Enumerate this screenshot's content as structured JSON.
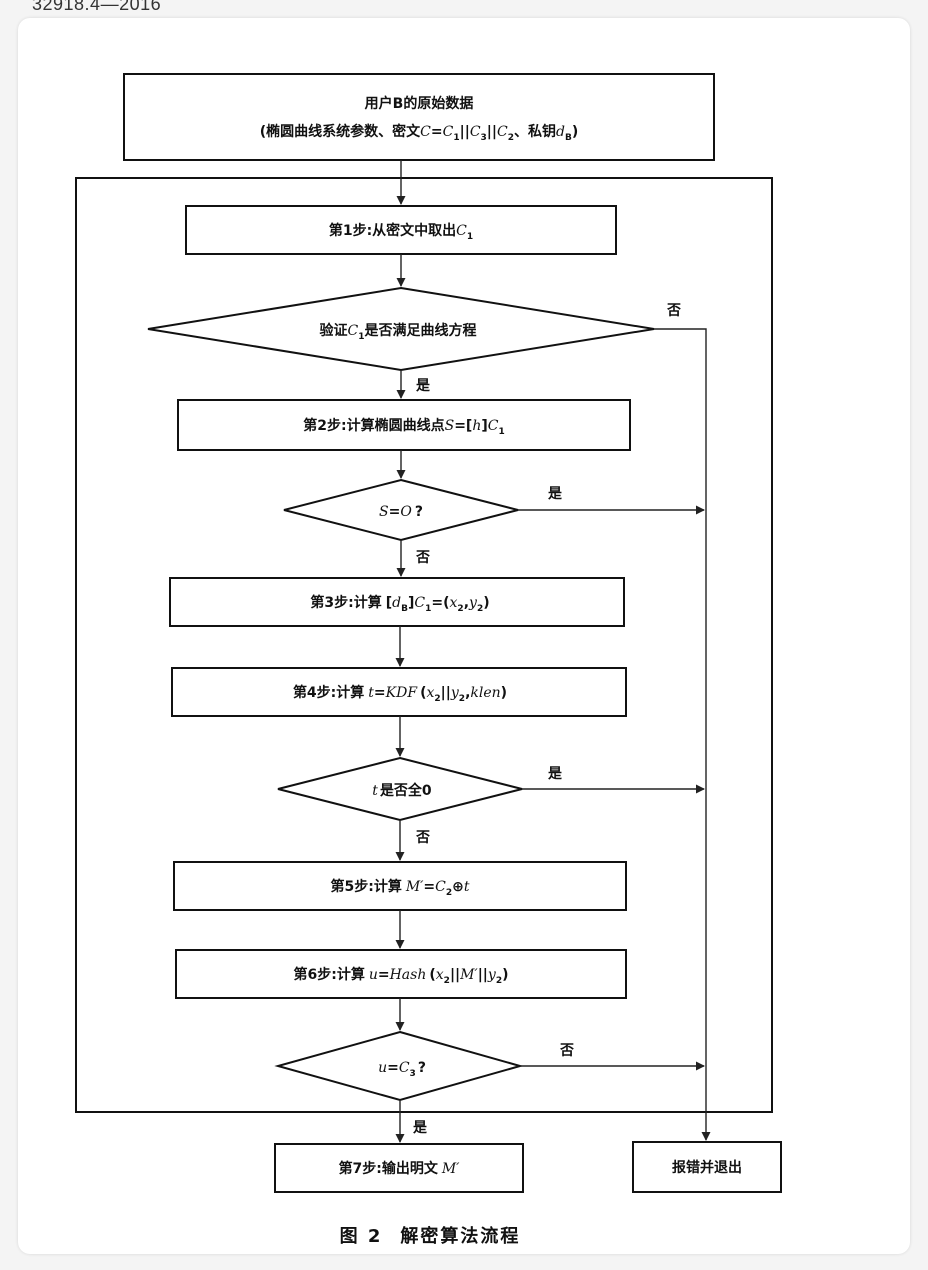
{
  "header": {
    "doc_code": "32918.4—2016"
  },
  "nodes": {
    "input_title": "用户B的原始数据",
    "input_detail": {
      "prefix": "(椭圆曲线系统参数、密文",
      "cipher_var": "C",
      "eq": "=",
      "c1": "C",
      "c1_sub": "1",
      "sep1": "||",
      "c3": "C",
      "c3_sub": "3",
      "sep2": "||",
      "c2": "C",
      "c2_sub": "2",
      "mid": "、私钥",
      "key": "d",
      "key_sub": "B",
      "suffix": ")"
    },
    "step1": {
      "label": "第1步:",
      "text": "从密文中取出",
      "var": "C",
      "sub": "1"
    },
    "verify": {
      "prefix": "验证",
      "var": "C",
      "sub": "1",
      "text": "是否满足曲线方程"
    },
    "step2": {
      "label": "第2步:",
      "text": "计算椭圆曲线点",
      "lhs": "S",
      "eq": "=[",
      "h": "h",
      "rb": "]",
      "var": "C",
      "sub": "1"
    },
    "check_s": {
      "lhs": "S",
      "eq": "=",
      "rhs": "O",
      "q": "?"
    },
    "step3": {
      "label": "第3步:",
      "text": "计算",
      "lb": "[",
      "d": "d",
      "d_sub": "B",
      "rb": "]",
      "var": "C",
      "sub": "1",
      "eq": "=(",
      "x": "x",
      "x_sub": "2",
      "comma": ",",
      "y": "y",
      "y_sub": "2",
      "close": ")"
    },
    "step4": {
      "label": "第4步:",
      "text": "计算",
      "t": "t",
      "eq": "=",
      "kdf": "KDF",
      "open": "(",
      "x": "x",
      "x_sub": "2",
      "sep": "||",
      "y": "y",
      "y_sub": "2",
      "comma": ",",
      "klen": "klen",
      "close": ")"
    },
    "check_t": {
      "var": "t",
      "text": "是否全0"
    },
    "step5": {
      "label": "第5步:",
      "text": "计算",
      "m": "M′",
      "eq": "=",
      "c": "C",
      "c_sub": "2",
      "xor": "⊕",
      "t": "t"
    },
    "step6": {
      "label": "第6步:",
      "text": "计算",
      "u": "u",
      "eq": "=",
      "hash": "Hash",
      "open": "(",
      "x": "x",
      "x_sub": "2",
      "sep1": "||",
      "m": "M′",
      "sep2": "||",
      "y": "y",
      "y_sub": "2",
      "close": ")"
    },
    "check_u": {
      "u": "u",
      "eq": "=",
      "c": "C",
      "c_sub": "3",
      "q": "?"
    },
    "step7": {
      "label": "第7步:",
      "text": "输出明文",
      "m": "M′"
    },
    "error": "报错并退出"
  },
  "edge_labels": {
    "verify_no": "否",
    "verify_yes": "是",
    "s_yes": "是",
    "s_no": "否",
    "t_yes": "是",
    "t_no": "否",
    "u_no": "否",
    "u_yes": "是"
  },
  "caption": {
    "fig": "图 2",
    "title": "解密算法流程"
  }
}
